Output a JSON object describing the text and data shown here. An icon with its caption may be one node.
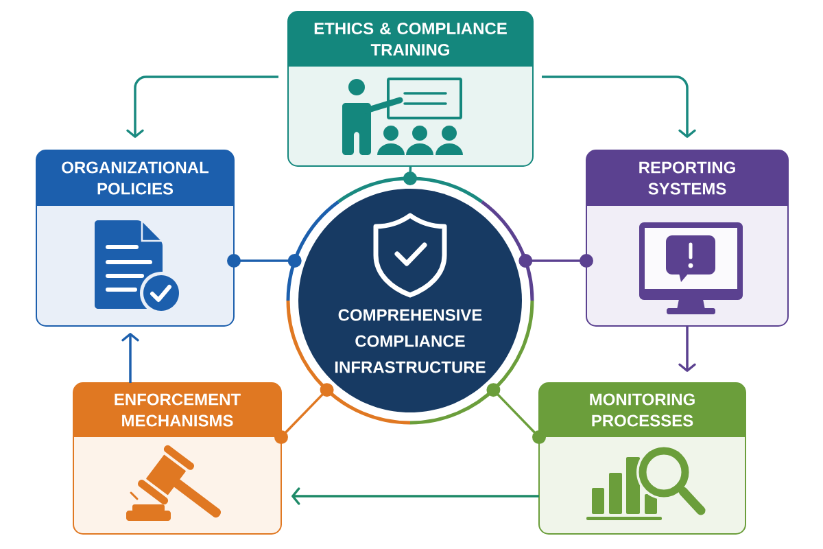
{
  "diagram": {
    "nodes": [
      {
        "text": [
          "ETHICS & COMPLIANCE TRAINING"
        ]
      },
      {
        "text": [
          "ORGANIZATIONAL POLICIES"
        ]
      },
      {
        "text": [
          "REPORTING SYSTEMS"
        ]
      },
      {
        "text": [
          "COMPREHENSIVE COMPLIANCE INFRASTRUCTURE"
        ]
      },
      {
        "text": [
          "ENFORCEMENT MECHANISMS"
        ]
      },
      {
        "text": [
          "MONITORING PROCESSES"
        ]
      }
    ],
    "edges": [
      {
        "from": 0,
        "to": 1,
        "arrow": "to"
      },
      {
        "from": 0,
        "to": 2,
        "arrow": "to"
      },
      {
        "from": 0,
        "to": 3,
        "arrow": "other"
      },
      {
        "from": 1,
        "to": 3,
        "arrow": "other",
        "color": "#1c5fad"
      },
      {
        "from": 2,
        "to": 3,
        "arrow": "other",
        "color": "#5b4190"
      },
      {
        "from": 4,
        "to": 3,
        "arrow": "other",
        "color": "#e07822"
      },
      {
        "from": 5,
        "to": 3,
        "arrow": "other",
        "color": "#6b9e3b"
      },
      {
        "from": 2,
        "to": 5,
        "arrow": "to",
        "color": "#5b4190"
      },
      {
        "from": 5,
        "to": 4,
        "arrow": "to",
        "color": "#1e8a68"
      },
      {
        "from": 4,
        "to": 1,
        "arrow": "to",
        "color": "#1c5fad"
      }
    ]
  }
}
